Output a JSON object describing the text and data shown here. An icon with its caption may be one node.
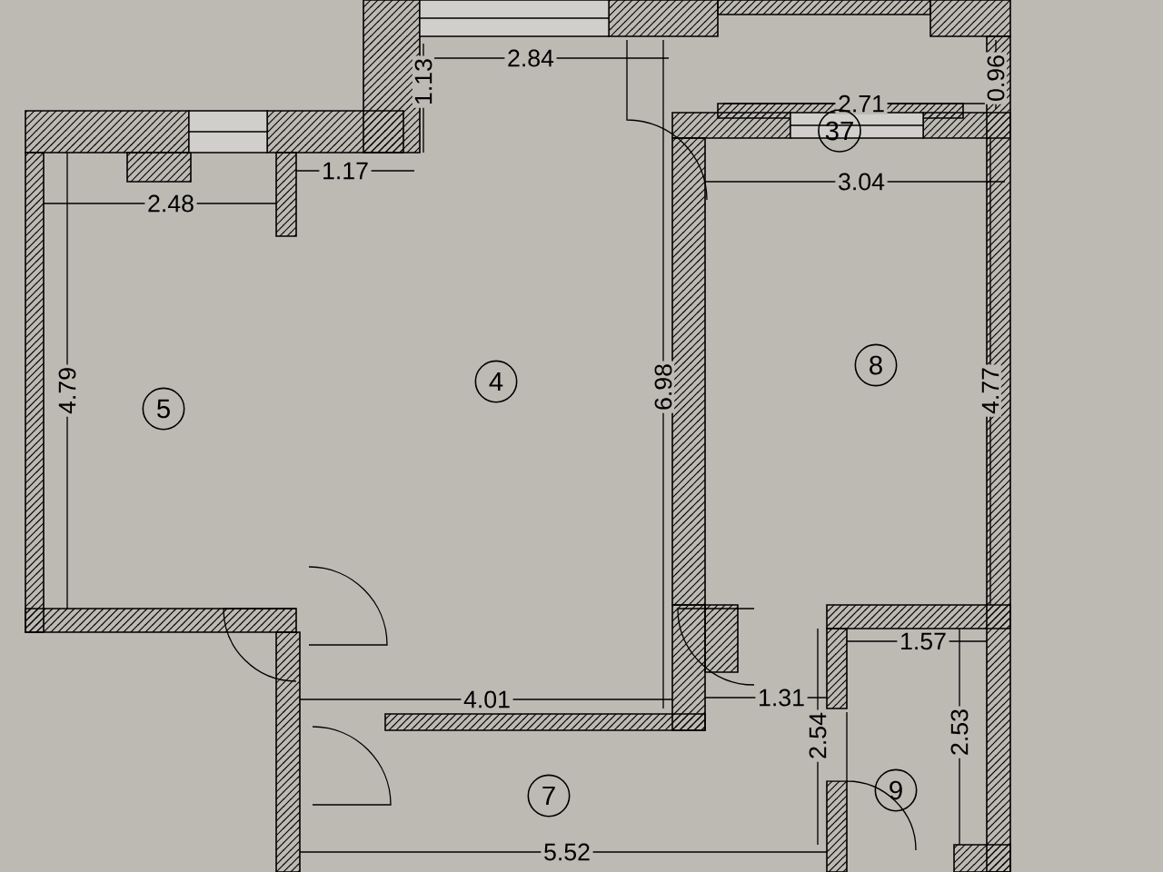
{
  "diagram": {
    "nodes": [
      {
        "text": [
          "37"
        ]
      },
      {
        "text": [
          "8"
        ]
      },
      {
        "text": [
          "4"
        ]
      },
      {
        "text": [
          "5"
        ]
      },
      {
        "text": [
          "7"
        ]
      },
      {
        "text": [
          "9"
        ]
      }
    ],
    "labels": [
      "2.84",
      "0.96",
      "1.13",
      "2.71",
      "1.17",
      "3.04",
      "2.48",
      "6.98",
      "4.79",
      "4.77",
      "1.57",
      "4.01",
      "1.31",
      "2.54",
      "2.53",
      "5.52"
    ]
  }
}
